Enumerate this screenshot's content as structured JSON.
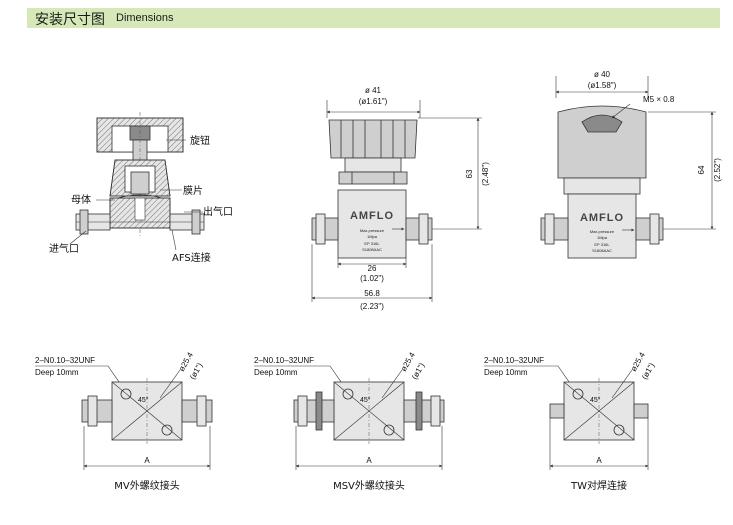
{
  "header": {
    "title_cn": "安装尺寸图",
    "title_en": "Dimensions"
  },
  "section_view": {
    "labels": {
      "knob": "旋钮",
      "diaphragm": "膜片",
      "outlet": "出气口",
      "body": "母体",
      "inlet": "进气口",
      "afs": "AFS连接"
    }
  },
  "front_view": {
    "top_dim": "ø 41",
    "top_dim_in": "(ø1.61\")",
    "height_dim": "63",
    "height_dim_in": "(2.48\")",
    "mid_dim": "26",
    "mid_dim_in": "(1.02\")",
    "bottom_dim": "56.8",
    "bottom_dim_in": "(2.23\")",
    "brand": "AMFLO",
    "spec_lines": [
      "Max.pressure",
      "1Mpa",
      "EP 316L",
      "S1808AAC"
    ]
  },
  "side_view": {
    "top_dim": "ø 40",
    "top_dim_in": "(ø1.58\")",
    "thread": "M5 × 0.8",
    "height_dim": "64",
    "height_dim_in": "(2.52\")",
    "brand": "AMFLO",
    "spec_lines": [
      "Max.pressure",
      "1Mpa",
      "EP 316L",
      "S1808AAC"
    ]
  },
  "bottom_views": [
    {
      "thread": "2–N0.10–32UNF",
      "depth": "Deep  10mm",
      "dia": "ø25.4",
      "dia_in": "(ø1\")",
      "angle": "45°",
      "dim": "A",
      "caption": "MV外螺纹接头"
    },
    {
      "thread": "2–N0.10–32UNF",
      "depth": "Deep  10mm",
      "dia": "ø25.4",
      "dia_in": "(ø1\")",
      "angle": "45°",
      "dim": "A",
      "caption": "MSV外螺纹接头"
    },
    {
      "thread": "2–N0.10–32UNF",
      "depth": "Deep  10mm",
      "dia": "ø25.4",
      "dia_in": "(ø1\")",
      "angle": "45°",
      "dim": "A",
      "caption": "TW对焊连接"
    }
  ]
}
